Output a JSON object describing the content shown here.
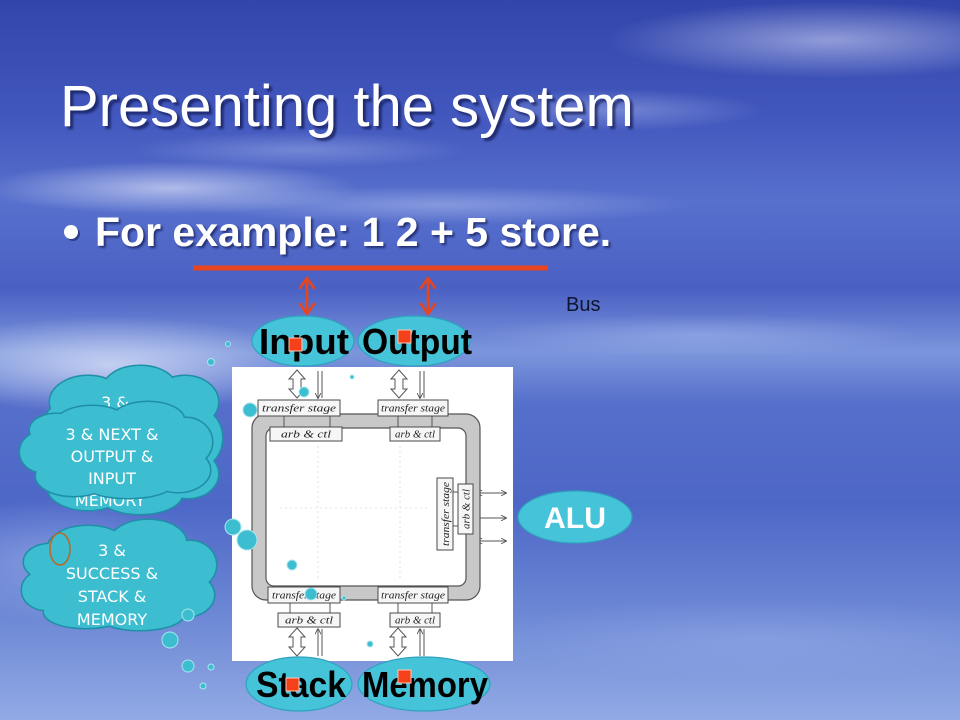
{
  "slide": {
    "title": "Presenting the system",
    "bullet": "For example: 1 2 + 5 store.",
    "bus_label": "Bus"
  },
  "components": {
    "input": "Input",
    "output": "Output",
    "alu": "ALU",
    "stack": "Stack",
    "memory": "Memory"
  },
  "diagram": {
    "stages": [
      {
        "transfer": "transfer stage",
        "arb": "arb & ctl"
      },
      {
        "transfer": "transfer stage",
        "arb": "arb & ctl"
      },
      {
        "transfer": "transfer stage",
        "arb": "arb & ctl"
      },
      {
        "transfer": "transfer stage",
        "arb": "arb & ctl"
      },
      {
        "transfer": "transfer stage",
        "arb": "arb & ctl"
      }
    ]
  },
  "thought_bubbles": [
    {
      "lines": [
        "3 &",
        "MEMORY"
      ]
    },
    {
      "lines": [
        "3 & NEXT &",
        "OUTPUT &",
        "INPUT"
      ]
    },
    {
      "lines": [
        "3 &",
        "SUCCESS &",
        "STACK &",
        "MEMORY"
      ]
    }
  ],
  "colors": {
    "title_text": "#ffffff",
    "bus": "#e8441e",
    "component": "#45c3d9",
    "component_edge": "#2ea3bf",
    "bubble": "#3dbdd0",
    "bubble_edge": "#1f8fa8",
    "marker": "#f4411a"
  }
}
